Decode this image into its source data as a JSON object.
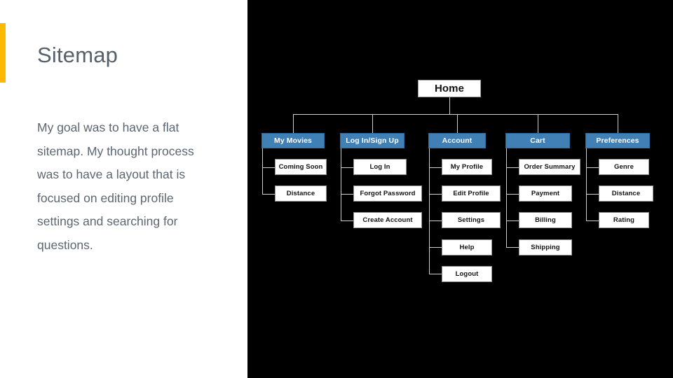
{
  "slide": {
    "title": "Sitemap",
    "body": "My goal was to have a flat sitemap. My thought process was to have a layout that is focused on editing profile settings and searching for questions.",
    "accent_color": "#fbb900",
    "title_color": "#55606b",
    "body_color": "#5c6670",
    "panel_background": "#000000",
    "slide_background": "#ffffff"
  },
  "sitemap": {
    "root": {
      "label": "Home",
      "box_color": "#ffffff",
      "text_color": "#121212"
    },
    "section_color": "#4180b4",
    "leaf_color": "#ffffff",
    "connector_color": "#cfcfcf",
    "columns": [
      {
        "label": "My Movies",
        "children": [
          "Coming Soon",
          "Distance"
        ]
      },
      {
        "label": "Log In/Sign Up",
        "children": [
          "Log In",
          "Forgot Password",
          "Create Account"
        ]
      },
      {
        "label": "Account",
        "children": [
          "My Profile",
          "Edit Profile",
          "Settings",
          "Help",
          "Logout"
        ]
      },
      {
        "label": "Cart",
        "children": [
          "Order Summary",
          "Payment",
          "Billing",
          "Shipping"
        ]
      },
      {
        "label": "Preferences",
        "children": [
          "Genre",
          "Distance",
          "Rating"
        ]
      }
    ]
  }
}
